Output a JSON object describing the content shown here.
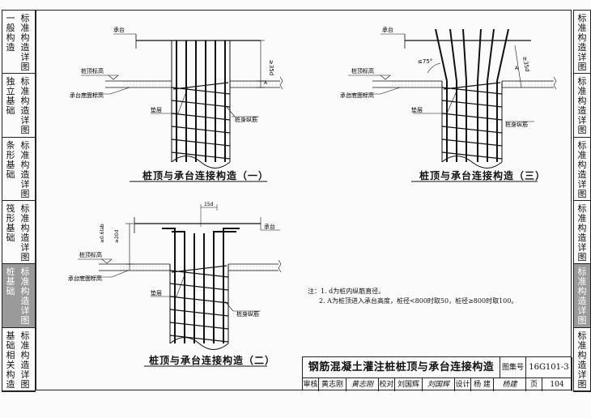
{
  "left_tabs": [
    {
      "a": "一般构造",
      "b": "标准构造详图",
      "active": false
    },
    {
      "a": "独立基础",
      "b": "标准构造详图",
      "active": false
    },
    {
      "a": "条形基础",
      "b": "标准构造详图",
      "active": false
    },
    {
      "a": "筏形基础",
      "b": "标准构造详图",
      "active": false
    },
    {
      "a": "桩基础",
      "b": "标准构造详图",
      "active": true
    },
    {
      "a": "基础相关构造",
      "b": "标准构造详图",
      "active": false
    }
  ],
  "right_tabs": [
    {
      "b": "标准构造详图",
      "active": false
    },
    {
      "b": "标准构造详图",
      "active": false
    },
    {
      "b": "标准构造详图",
      "active": false
    },
    {
      "b": "标准构造详图",
      "active": false
    },
    {
      "b": "标准构造详图",
      "active": true
    },
    {
      "b": "标准构造详图",
      "active": false
    }
  ],
  "diagram1": {
    "caption": "桩顶与承台连接构造（一）",
    "label_cap": "承台",
    "label_top": "桩顶标高",
    "label_bottom": "承台底面标高",
    "label_cushion": "垫层",
    "label_rebar": "桩身纵筋",
    "dim_anchor": "≥35d",
    "dim_embed": "A"
  },
  "diagram2": {
    "caption": "桩顶与承台连接构造（二）",
    "label_cap": "承台",
    "label_top": "桩顶标高",
    "label_bottom": "承台底面标高",
    "label_cushion": "垫层",
    "label_rebar": "桩身纵筋",
    "dim_hook": "15d",
    "dim_anchor1": "≥0.6lab",
    "dim_anchor2": "≥20d"
  },
  "diagram3": {
    "caption": "桩顶与承台连接构造（三）",
    "label_cap": "承台",
    "label_top": "桩顶标高",
    "label_bottom": "承台底面标高",
    "label_cushion": "垫层",
    "label_rebar": "桩身纵筋",
    "dim_angle": "≤75°",
    "dim_anchor": "≥35d",
    "dim_embed": "A"
  },
  "notes": {
    "line1": "注：1. d为桩内纵筋直径。",
    "line2": "2. A为桩顶进入承台高度，桩径<800时取50，桩径≥800时取100。"
  },
  "title_block": {
    "title": "钢筋混凝土灌注桩桩顶与承台连接构造",
    "atlas_label": "图集号",
    "atlas_no": "16G101-3",
    "review_label": "审核",
    "reviewer": "黄志刚",
    "review_sig": "黄志刚",
    "check_label": "校对",
    "checker": "刘国辉",
    "check_sig": "刘国辉",
    "design_label": "设计",
    "designer": "杨 建",
    "design_sig": "杨建",
    "page_label": "页",
    "page_no": "104"
  }
}
